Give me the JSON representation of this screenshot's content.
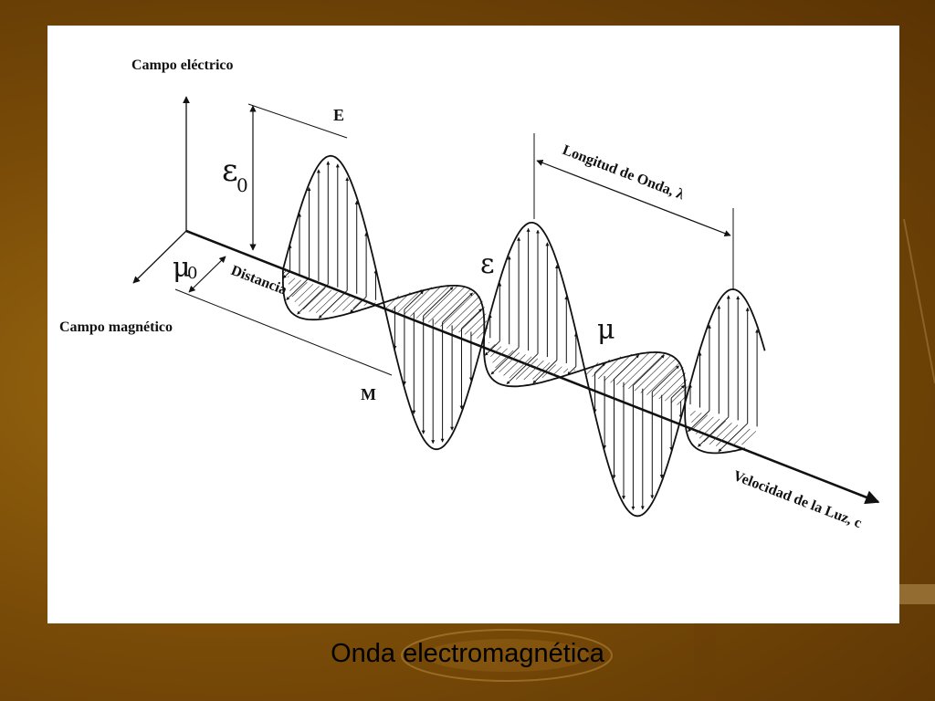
{
  "slide": {
    "caption": "Onda electromagnética"
  },
  "diagram": {
    "labels": {
      "electric_field_axis": "Campo eléctrico",
      "magnetic_field_axis": "Campo magnético",
      "distance": "Distancia",
      "wavelength": "Longitud de Onda, λ",
      "speed_of_light": "Velocidad de la Luz, c",
      "e_peak": "E",
      "m_peak": "M",
      "epsilon_zero": "ε",
      "epsilon_zero_sub": "0",
      "mu_zero": "μ",
      "mu_zero_sub": "0",
      "epsilon_wave": "ε",
      "mu_wave": "μ"
    },
    "colors": {
      "background": "#7a4c08",
      "panel": "#ffffff",
      "ink": "#111111"
    }
  }
}
